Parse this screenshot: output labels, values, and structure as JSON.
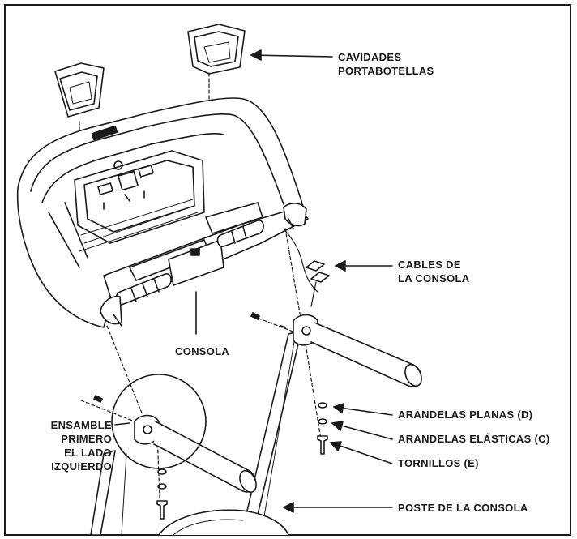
{
  "labels": {
    "bottle_holders": [
      "CAVIDADES",
      "PORTABOTELLAS"
    ],
    "console_cables": [
      "CABLES DE",
      "LA CONSOLA"
    ],
    "console": "CONSOLA",
    "assemble_left": [
      "ENSAMBLE",
      "PRIMERO",
      "EL LADO",
      "IZQUIERDO"
    ],
    "flat_washers": "ARANDELAS PLANAS (D)",
    "spring_washers": "ARANDELAS ELÁSTICAS (C)",
    "screws": "TORNILLOS (E)",
    "console_post": "POSTE DE LA CONSOLA"
  },
  "colors": {
    "ink": "#1a1a1a",
    "paper": "#ffffff"
  }
}
